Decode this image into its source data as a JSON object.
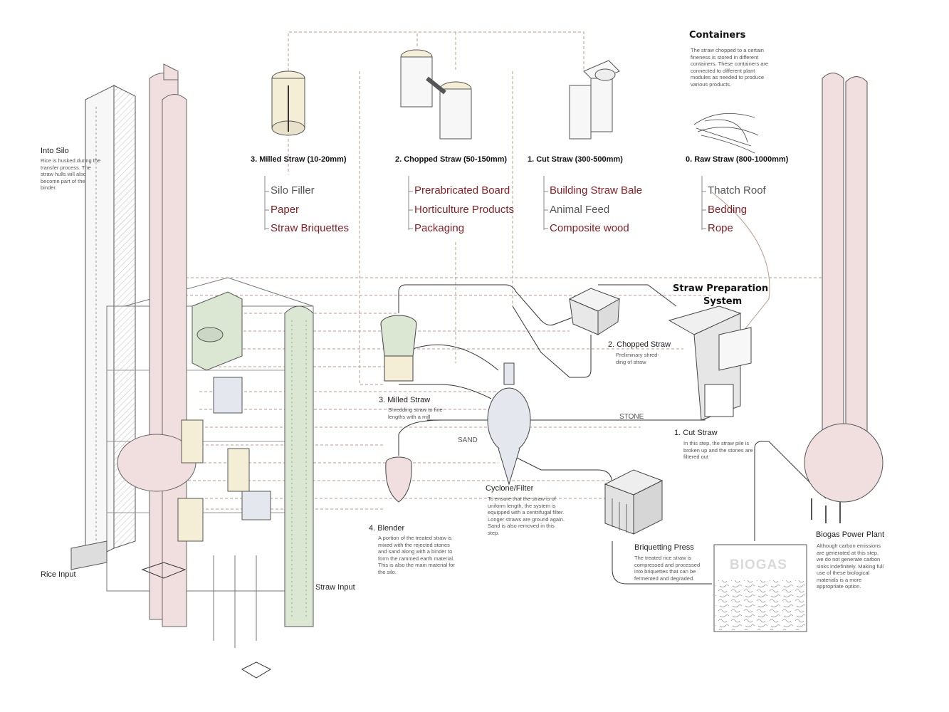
{
  "containers": {
    "title": "Containers",
    "desc": "The straw chopped to a certain fineness is stored in different containers. These containers are connected to different plant modules as needed to produce various products."
  },
  "straw_types": [
    {
      "label": "3. Milled Straw (10-20mm)",
      "products": [
        {
          "text": "Silo Filler",
          "tone": "gray"
        },
        {
          "text": "Paper",
          "tone": "red"
        },
        {
          "text": "Straw Briquettes",
          "tone": "red"
        }
      ]
    },
    {
      "label": "2. Chopped Straw (50-150mm)",
      "products": [
        {
          "text": "Prerabricated Board",
          "tone": "red"
        },
        {
          "text": "Horticulture Products",
          "tone": "red"
        },
        {
          "text": "Packaging",
          "tone": "red"
        }
      ]
    },
    {
      "label": "1. Cut Straw (300-500mm)",
      "products": [
        {
          "text": "Building Straw Bale",
          "tone": "red"
        },
        {
          "text": "Animal Feed",
          "tone": "gray"
        },
        {
          "text": "Composite wood",
          "tone": "red"
        }
      ]
    },
    {
      "label": "0. Raw Straw (800-1000mm)",
      "products": [
        {
          "text": "Thatch Roof",
          "tone": "gray"
        },
        {
          "text": "Bedding",
          "tone": "red"
        },
        {
          "text": "Rope",
          "tone": "red"
        }
      ]
    }
  ],
  "into_silo": {
    "title": "Into Silo",
    "desc": "Rice is husked during the transfer process. The straw hulls will also become part of the binder."
  },
  "prep_system": {
    "line1": "Straw Preparation",
    "line2": "System"
  },
  "chopped": {
    "title": "2. Chopped Straw",
    "desc": "Preliminary shred-ding of straw"
  },
  "milled": {
    "title": "3. Milled Straw",
    "desc": "Shredding straw to fine lengths with a mill"
  },
  "stone": "STONE",
  "sand": "SAND",
  "cut": {
    "title": "1. Cut Straw",
    "desc": "In this step, the straw pile is broken up and the stones are filtered out"
  },
  "blender": {
    "title": "4. Blender",
    "desc": "A portion of the treated straw is mixed with the rejected stones and sand along with a binder to form the rammed earth material. This is also the main material for the silo."
  },
  "cyclone": {
    "title": "Cyclone/Filter",
    "desc": "To ensure that the straw is of uniform length, the system is equipped with a centrifugal filter. Longer straws are ground again. Sand is also removed in this step."
  },
  "briquetting": {
    "title": "Briquetting Press",
    "desc": "The treated rice straw is compressed and processed into briquettes that can be fermented and degraded."
  },
  "biogas_plant": {
    "title": "Biogas Power Plant",
    "desc": "Although carbon emissions are generated at this step, we do not generate carbon sinks indefinitely. Making full use of these biological materials is a more appropriate option."
  },
  "biogas_box": "BIOGAS",
  "rice_input": "Rice Input",
  "straw_input": "Straw Input",
  "colors": {
    "red": "#8a1e22",
    "pink": "#f1dfe0",
    "green": "#dbe6d3",
    "cream": "#f3eed5",
    "line": "#333333",
    "dash": "#b99a8a"
  }
}
